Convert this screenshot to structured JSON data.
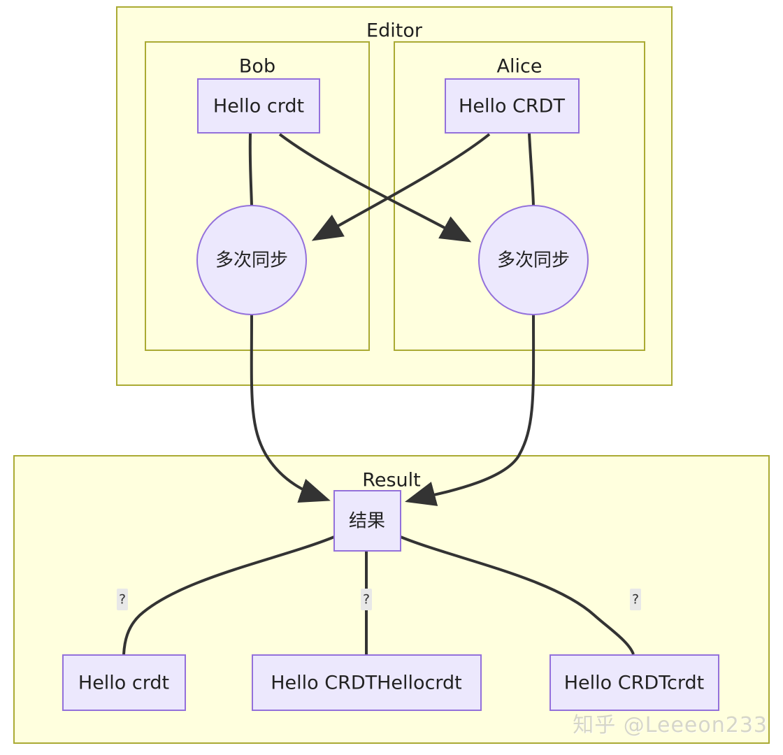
{
  "diagram": {
    "title_hint": "CRDT concurrent editing merge diagram",
    "colors": {
      "cluster_fill": "#FFFFDE",
      "cluster_stroke": "#AAAA33",
      "node_fill": "#ECE8FD",
      "node_stroke": "#9370DB",
      "edge_stroke": "#333333",
      "edge_label_bg": "#E8E8E8",
      "text": "#222222",
      "page_bg": "#FFFFFF"
    },
    "clusters": [
      {
        "id": "editor",
        "label": "Editor"
      },
      {
        "id": "bob",
        "label": "Bob"
      },
      {
        "id": "alice",
        "label": "Alice"
      },
      {
        "id": "result",
        "label": "Result"
      }
    ],
    "nodes": [
      {
        "id": "bob-doc",
        "label": "Hello crdt",
        "shape": "rect",
        "cluster": "bob"
      },
      {
        "id": "alice-doc",
        "label": "Hello CRDT",
        "shape": "rect",
        "cluster": "alice"
      },
      {
        "id": "bob-sync",
        "label": "多次同步",
        "shape": "circle",
        "cluster": "bob"
      },
      {
        "id": "alice-sync",
        "label": "多次同步",
        "shape": "circle",
        "cluster": "alice"
      },
      {
        "id": "result-node",
        "label": "结果",
        "shape": "rect",
        "cluster": "result"
      },
      {
        "id": "outcome-1",
        "label": "Hello crdt",
        "shape": "rect",
        "cluster": "result"
      },
      {
        "id": "outcome-2",
        "label": "Hello CRDTHellocrdt",
        "shape": "rect",
        "cluster": "result"
      },
      {
        "id": "outcome-3",
        "label": "Hello CRDTcrdt",
        "shape": "rect",
        "cluster": "result"
      }
    ],
    "edges": [
      {
        "from": "bob-doc",
        "to": "bob-sync",
        "label": "",
        "arrow": false
      },
      {
        "from": "bob-doc",
        "to": "alice-sync",
        "label": "",
        "arrow": true
      },
      {
        "from": "alice-doc",
        "to": "alice-sync",
        "label": "",
        "arrow": false
      },
      {
        "from": "alice-doc",
        "to": "bob-sync",
        "label": "",
        "arrow": true
      },
      {
        "from": "bob-sync",
        "to": "result-node",
        "label": "",
        "arrow": true
      },
      {
        "from": "alice-sync",
        "to": "result-node",
        "label": "",
        "arrow": true
      },
      {
        "from": "result-node",
        "to": "outcome-1",
        "label": "?",
        "arrow": false
      },
      {
        "from": "result-node",
        "to": "outcome-2",
        "label": "?",
        "arrow": false
      },
      {
        "from": "result-node",
        "to": "outcome-3",
        "label": "?",
        "arrow": false
      }
    ],
    "edge_labels": [
      "?",
      "?",
      "?"
    ],
    "watermark": "知乎 @Leeeon233"
  }
}
